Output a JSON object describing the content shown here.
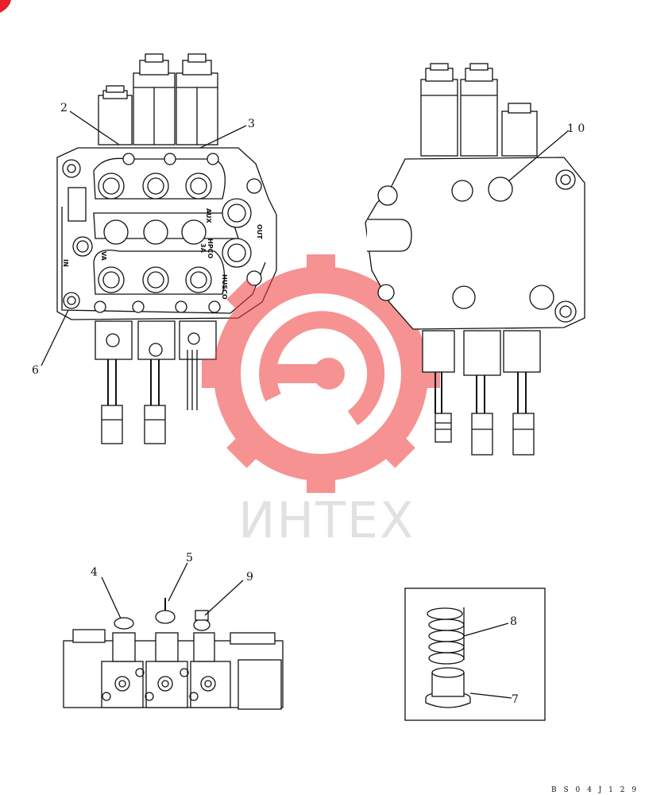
{
  "callouts": {
    "c2": "2",
    "c3": "3",
    "c6": "6",
    "c10": "1 0",
    "c4": "4",
    "c5": "5",
    "c9": "9",
    "c8": "8",
    "c7": "7"
  },
  "port_labels": {
    "aux": "AUX",
    "out": "OUT",
    "hpco": "HPCO",
    "three_a": "3A",
    "husco": "HUSCO",
    "in": "IN",
    "va": "VA"
  },
  "watermark": {
    "text": "ИНТЕХ",
    "icon": "gear-logo-icon",
    "color": "#f03a3a"
  },
  "drawing_code": "B S 0 4 J 1 2 9"
}
